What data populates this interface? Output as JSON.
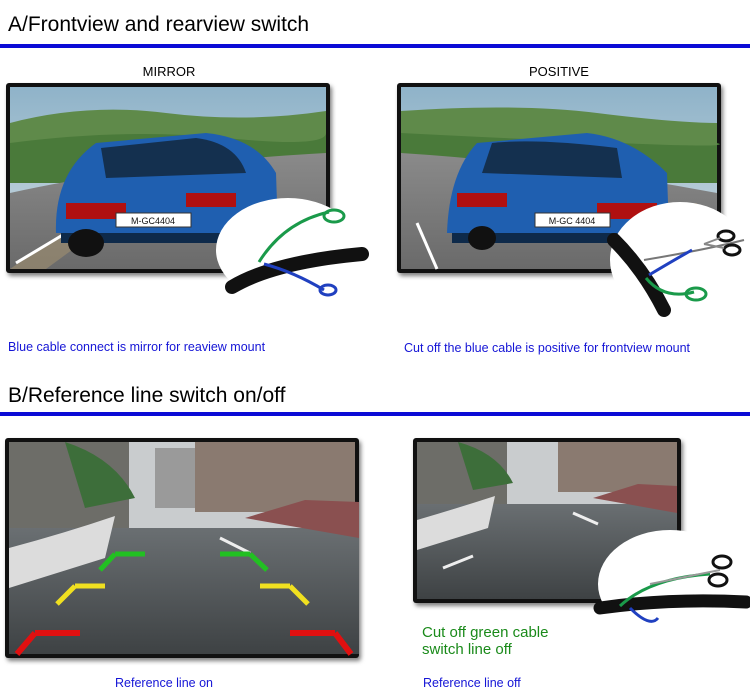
{
  "section_a": {
    "title": "A/Frontview and rearview switch",
    "left_label": "MIRROR",
    "right_label": "POSITIVE",
    "left_caption": "Blue cable connect is mirror for reaview mount",
    "right_caption": "Cut off the blue cable is positive for frontview mount",
    "plate_mirror": "M-GC4404",
    "plate_positive": "M-GC 4404"
  },
  "section_b": {
    "title": "B/Reference line switch on/off",
    "left_caption": "Reference line on",
    "right_caption": "Reference line off",
    "cut_note_line1": "Cut off green cable",
    "cut_note_line2": "switch line off"
  },
  "colors": {
    "rule": "#0b0bd6",
    "caption_blue": "#1515d6",
    "caption_green": "#1a8a1a",
    "car_blue": "#1f5fb0",
    "guide_green": "#22c022",
    "guide_yellow": "#f0e020",
    "guide_red": "#e01010",
    "wire_green": "#1a9a4a",
    "wire_blue": "#2040c0"
  }
}
